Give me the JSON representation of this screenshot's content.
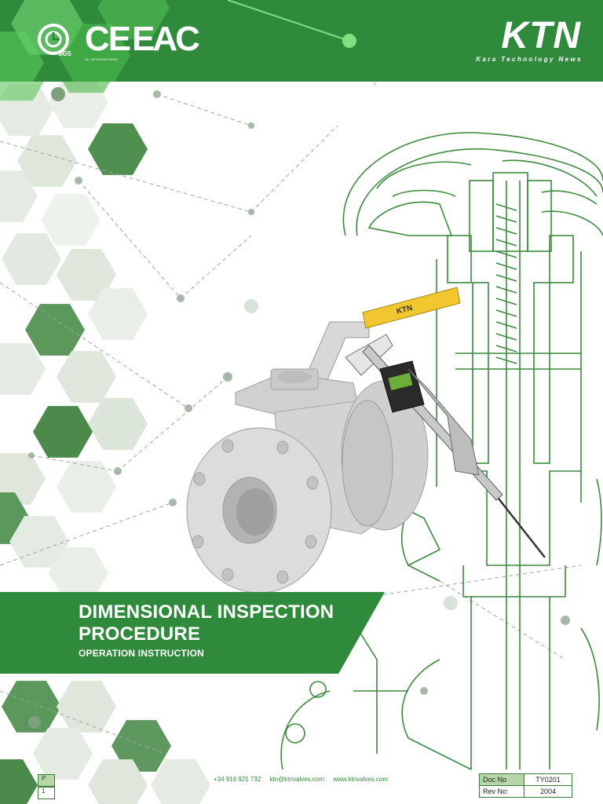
{
  "header": {
    "sgs_label": "SGS",
    "sgs_number": "No. 08190323EN-0048",
    "ce_label": "CE",
    "eac_label": "EAC",
    "colors": {
      "band": "#2f8a3b",
      "accent_light": "#5fd45f"
    }
  },
  "brand": {
    "logo": "KTN",
    "tagline": "Kara Technology News"
  },
  "cover": {
    "title_line1": "DIMENSIONAL INSPECTION",
    "title_line2": "PROCEDURE",
    "subtitle": "OPERATION INSTRUCTION",
    "handle_label": "KTN",
    "illustration_icons": [
      "ball-valve-icon",
      "caliper-icon",
      "valve-cutaway-icon"
    ]
  },
  "footer": {
    "left_table": {
      "head": "P",
      "value": "1"
    },
    "phone": "+34 916 921 732",
    "email": "ktn@ktnvalves.com",
    "website": "www.ktnvalves.com",
    "doc_table": {
      "doc_no_label": "Doc No",
      "doc_no_value": "TY0201",
      "rev_no_label": "Rev No:",
      "rev_no_value": "2004"
    }
  }
}
